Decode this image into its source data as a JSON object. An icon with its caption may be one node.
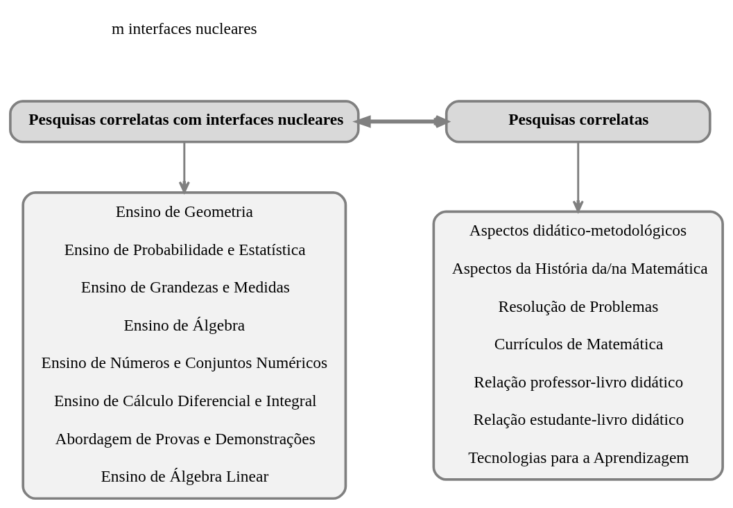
{
  "diagram": {
    "nodes": [
      {
        "text": [
          "Pesquisas correlatas com interfaces nucleares"
        ]
      },
      {
        "text": [
          "Pesquisas correlatas"
        ]
      },
      {
        "text": [
          "Ensino de Geometria",
          "Ensino de Probabilidade e Estatística",
          "Ensino de Grandezas e Medidas",
          "Ensino de Álgebra",
          "Ensino de Números e Conjuntos Numéricos",
          "Ensino de Cálculo Diferencial e Integral",
          "Abordagem de Provas e Demonstrações",
          "Ensino de Álgebra Linear"
        ]
      },
      {
        "text": [
          "Aspectos didático-metodológicos",
          "Aspectos da História da/na Matemática",
          "Resolução de Problemas",
          "Currículos de Matemática",
          "Relação professor-livro didático",
          "Relação estudante-livro didático",
          "Tecnologias para a Aprendizagem"
        ]
      }
    ],
    "edges": [
      {
        "from": 0,
        "to": 1,
        "arrow": "both",
        "style": "thick"
      },
      {
        "from": 0,
        "to": 2,
        "arrow": "to"
      },
      {
        "from": 1,
        "to": 3,
        "arrow": "to"
      }
    ],
    "labels": [
      "m interfaces nucleares"
    ]
  }
}
